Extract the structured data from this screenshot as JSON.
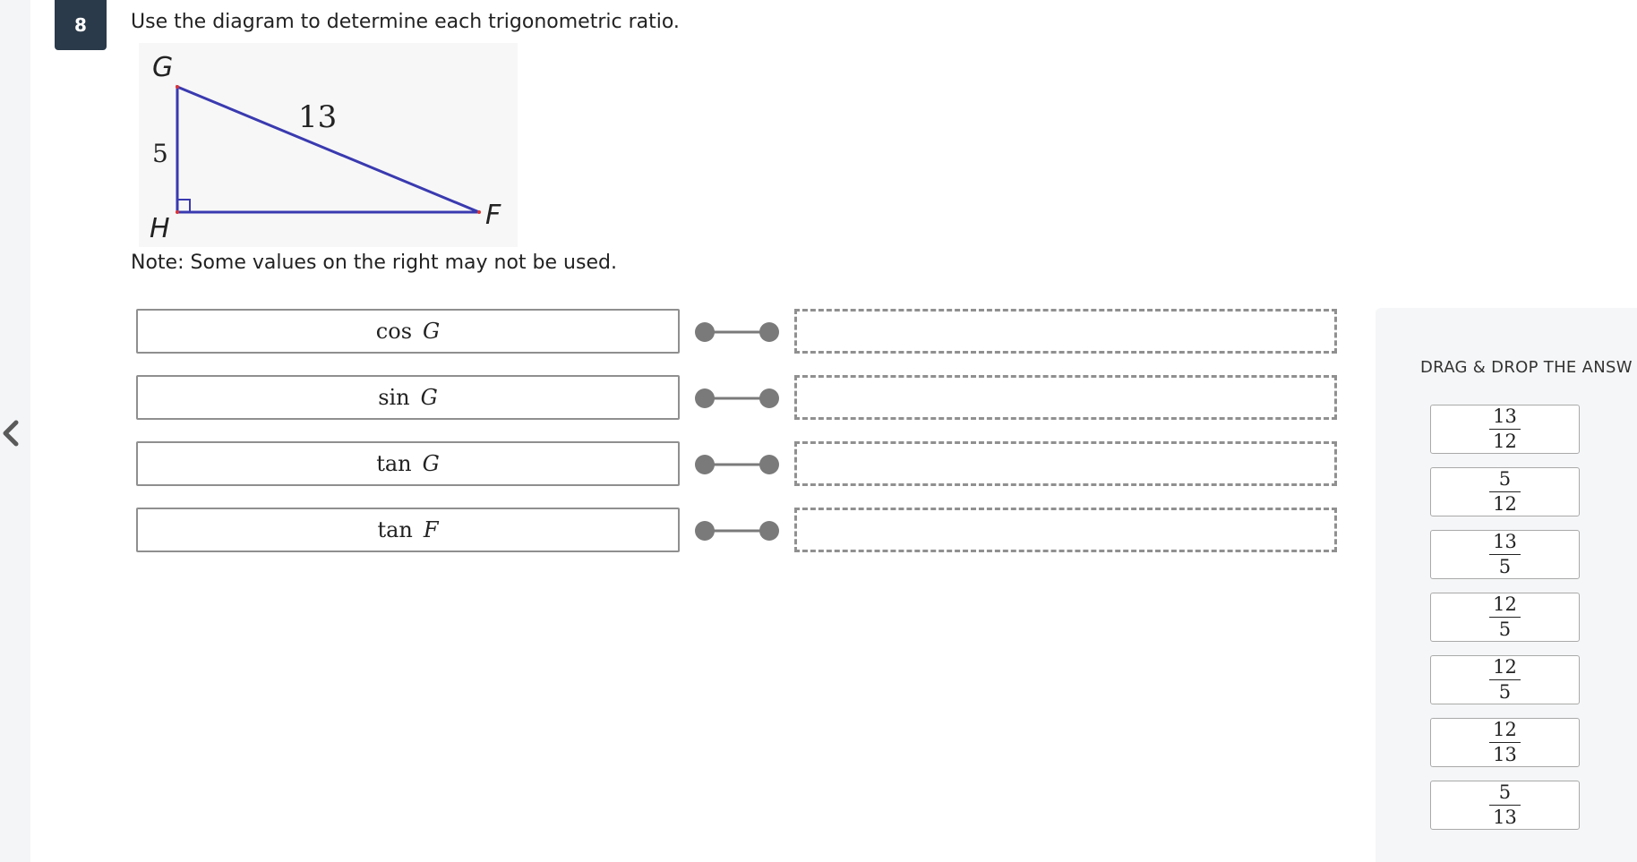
{
  "question": {
    "number": "8",
    "prompt": "Use the diagram to determine each trigonometric ratio.",
    "note": "Note: Some values on the right may not be used."
  },
  "diagram": {
    "vertex_g": "G",
    "vertex_h": "H",
    "vertex_f": "F",
    "side_gh": "5",
    "side_gf": "13",
    "line_color": "#3a3ab0"
  },
  "prompts": [
    {
      "fn": "cos",
      "var": "G"
    },
    {
      "fn": "sin",
      "var": "G"
    },
    {
      "fn": "tan",
      "var": "G"
    },
    {
      "fn": "tan",
      "var": "F"
    }
  ],
  "answer_bank": {
    "title": "DRAG & DROP THE ANSW",
    "tiles": [
      {
        "num": "13",
        "den": "12"
      },
      {
        "num": "5",
        "den": "12"
      },
      {
        "num": "13",
        "den": "5"
      },
      {
        "num": "12",
        "den": "5"
      },
      {
        "num": "12",
        "den": "5"
      },
      {
        "num": "12",
        "den": "13"
      },
      {
        "num": "5",
        "den": "13"
      }
    ]
  },
  "colors": {
    "badge": "#2b3a4a",
    "connector": "#7a7a7a",
    "dash": "#909090"
  }
}
